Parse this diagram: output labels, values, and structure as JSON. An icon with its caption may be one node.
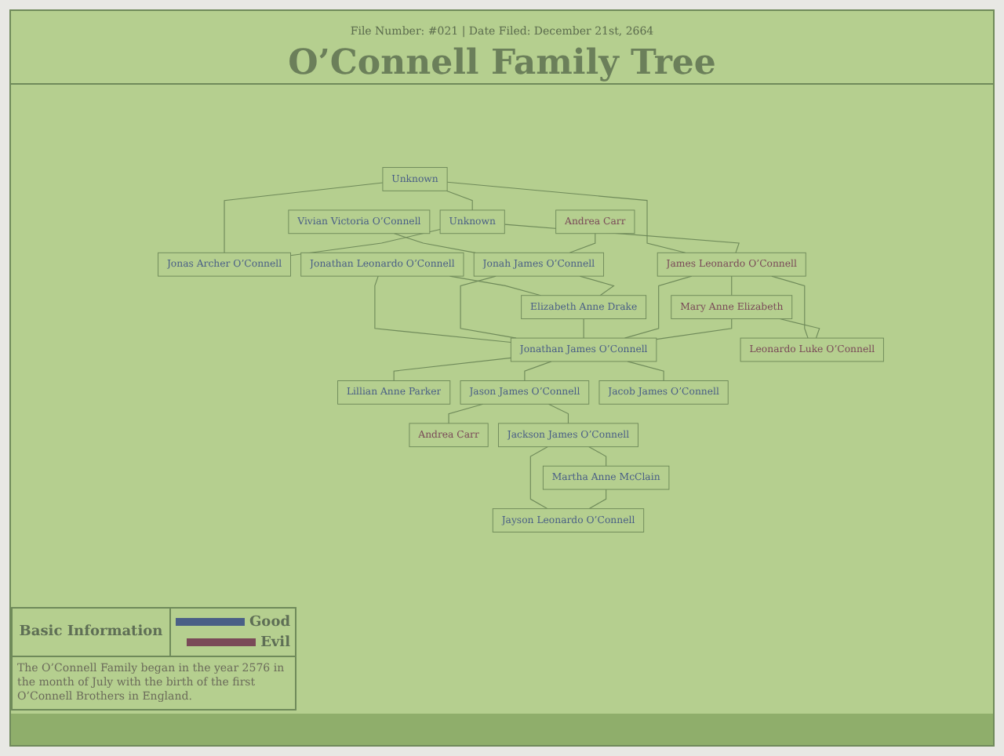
{
  "diagram": {
    "title": "O’Connell Family Tree",
    "nodes": [
      {
        "text": [
          "Unknown"
        ]
      },
      {
        "text": [
          "Unknown"
        ]
      },
      {
        "text": [
          "Jonas Archer O’Connell"
        ]
      },
      {
        "text": [
          "James Leonardo O’Connell"
        ]
      },
      {
        "text": [
          "Mary Anne Elizabeth"
        ]
      },
      {
        "text": [
          "Vivian Victoria O’Connell"
        ]
      },
      {
        "text": [
          "Andrea Carr"
        ]
      },
      {
        "text": [
          "Jonathan Leonardo O’Connell"
        ]
      },
      {
        "text": [
          "Jonah James O’Connell"
        ]
      },
      {
        "text": [
          "Elizabeth Anne Drake"
        ]
      },
      {
        "text": [
          "Jonathan James O’Connell"
        ]
      },
      {
        "text": [
          "Leonardo Luke O’Connell"
        ]
      },
      {
        "text": [
          "Lillian Anne Parker"
        ]
      },
      {
        "text": [
          "Jason James O’Connell"
        ]
      },
      {
        "text": [
          "Jacob James O’Connell"
        ]
      },
      {
        "text": [
          "Andrea Carr"
        ]
      },
      {
        "text": [
          "Jackson James O’Connell"
        ]
      },
      {
        "text": [
          "Martha Anne McClain"
        ]
      },
      {
        "text": [
          "Jayson Leonardo O’Connell"
        ]
      }
    ],
    "edges": [
      {
        "from": 0,
        "to": 1,
        "arrow": "none"
      },
      {
        "from": 0,
        "to": 2,
        "arrow": "none"
      },
      {
        "from": 1,
        "to": 2,
        "arrow": "none"
      },
      {
        "from": 0,
        "to": 3,
        "arrow": "none"
      },
      {
        "from": 1,
        "to": 3,
        "arrow": "none"
      },
      {
        "from": 3,
        "to": 4,
        "arrow": "none"
      },
      {
        "from": 5,
        "to": 8,
        "arrow": "none"
      },
      {
        "from": 6,
        "to": 8,
        "arrow": "none"
      },
      {
        "from": 7,
        "to": 9,
        "arrow": "none"
      },
      {
        "from": 8,
        "to": 9,
        "arrow": "none"
      },
      {
        "from": 7,
        "to": 10,
        "arrow": "none"
      },
      {
        "from": 8,
        "to": 10,
        "arrow": "none"
      },
      {
        "from": 9,
        "to": 10,
        "arrow": "none"
      },
      {
        "from": 3,
        "to": 10,
        "arrow": "none"
      },
      {
        "from": 4,
        "to": 10,
        "arrow": "none"
      },
      {
        "from": 3,
        "to": 11,
        "arrow": "none"
      },
      {
        "from": 4,
        "to": 11,
        "arrow": "none"
      },
      {
        "from": 10,
        "to": 12,
        "arrow": "none"
      },
      {
        "from": 10,
        "to": 13,
        "arrow": "none"
      },
      {
        "from": 10,
        "to": 14,
        "arrow": "none"
      },
      {
        "from": 13,
        "to": 15,
        "arrow": "none"
      },
      {
        "from": 13,
        "to": 16,
        "arrow": "none"
      },
      {
        "from": 16,
        "to": 17,
        "arrow": "none"
      },
      {
        "from": 16,
        "to": 18,
        "arrow": "none"
      },
      {
        "from": 17,
        "to": 18,
        "arrow": "none"
      }
    ],
    "labels": [
      "File Number: #021 | Date Filed: December 21st, 2664",
      "Basic Information",
      "The O’Connell Family began in the year 2576 in the month of July with the birth of the first O’Connell Brothers in England."
    ],
    "legend": [
      {
        "text": "Good",
        "color": "#4a5f86"
      },
      {
        "text": "Evil",
        "color": "#7a4a58"
      }
    ]
  }
}
